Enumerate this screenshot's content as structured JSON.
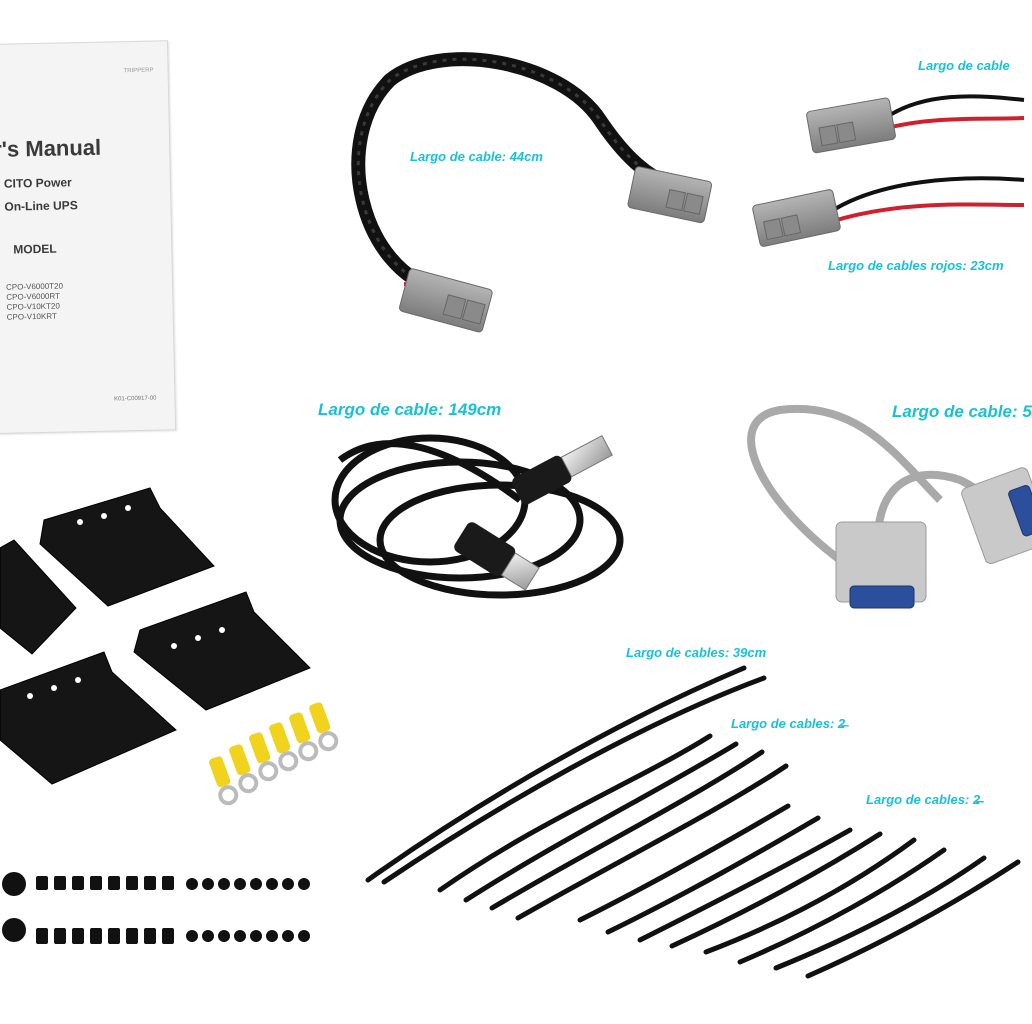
{
  "manual": {
    "corner_text": "TRIPPERP",
    "title": "r's Manual",
    "line1": "CITO Power",
    "line2": "On-Line UPS",
    "model_heading": "MODEL",
    "models": [
      "CPO-V6000T20",
      "CPO-V6000RT",
      "CPO-V10KT20",
      "CPO-V10KRT"
    ],
    "code": "K01-C00917-00"
  },
  "labels": {
    "cable_44": "Largo de cable: 44cm",
    "cable_top_right": "Largo de cable",
    "cable_red_23": "Largo de cables rojos: 23cm",
    "cable_149": "Largo de cable: 149cm",
    "cable_serial": "Largo de cable: 5",
    "cables_39": "Largo de cables: 39cm",
    "cables_2x": "Largo de cables: 2̶",
    "cables_bottom": "Largo de cables: 2̶̶"
  },
  "colors": {
    "label_accent": "#18c2d4",
    "connector_gray": "#9a9a9a",
    "cable_black": "#111111",
    "cable_red": "#d01f2d",
    "terminal_yellow": "#f1d21c",
    "db9_blue": "#2b4f9c"
  }
}
